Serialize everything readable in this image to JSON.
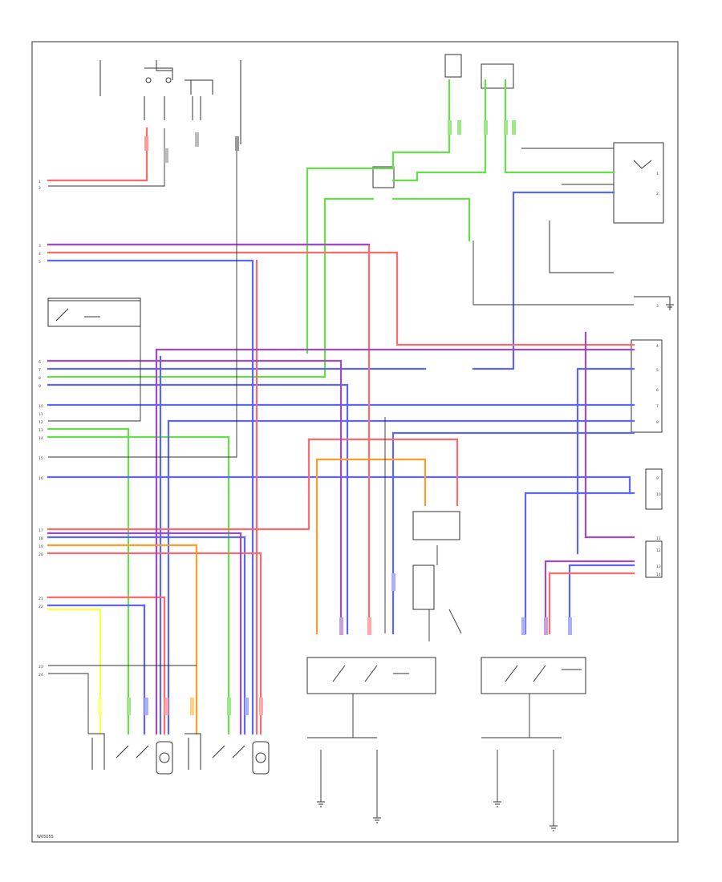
{
  "colors": {
    "green": "#66e04a",
    "blue": "#5a66ff",
    "red": "#ff6a6a",
    "purple": "#a04ac8",
    "orange": "#ff9d2a",
    "yellow": "#ffff40",
    "black": "#333333",
    "gray": "#888888"
  },
  "figure_id": "W05055",
  "labels": {
    "left_rows": [
      "1",
      "2",
      "3",
      "4",
      "5",
      "6",
      "7",
      "8",
      "9",
      "10",
      "11",
      "12",
      "13",
      "14",
      "15",
      "16",
      "17",
      "18",
      "19",
      "20",
      "21",
      "22",
      "23",
      "24"
    ],
    "right_rows": [
      "1",
      "2",
      "3",
      "4",
      "5",
      "6",
      "7",
      "8",
      "9",
      "10",
      "11",
      "12",
      "13",
      "14"
    ]
  }
}
